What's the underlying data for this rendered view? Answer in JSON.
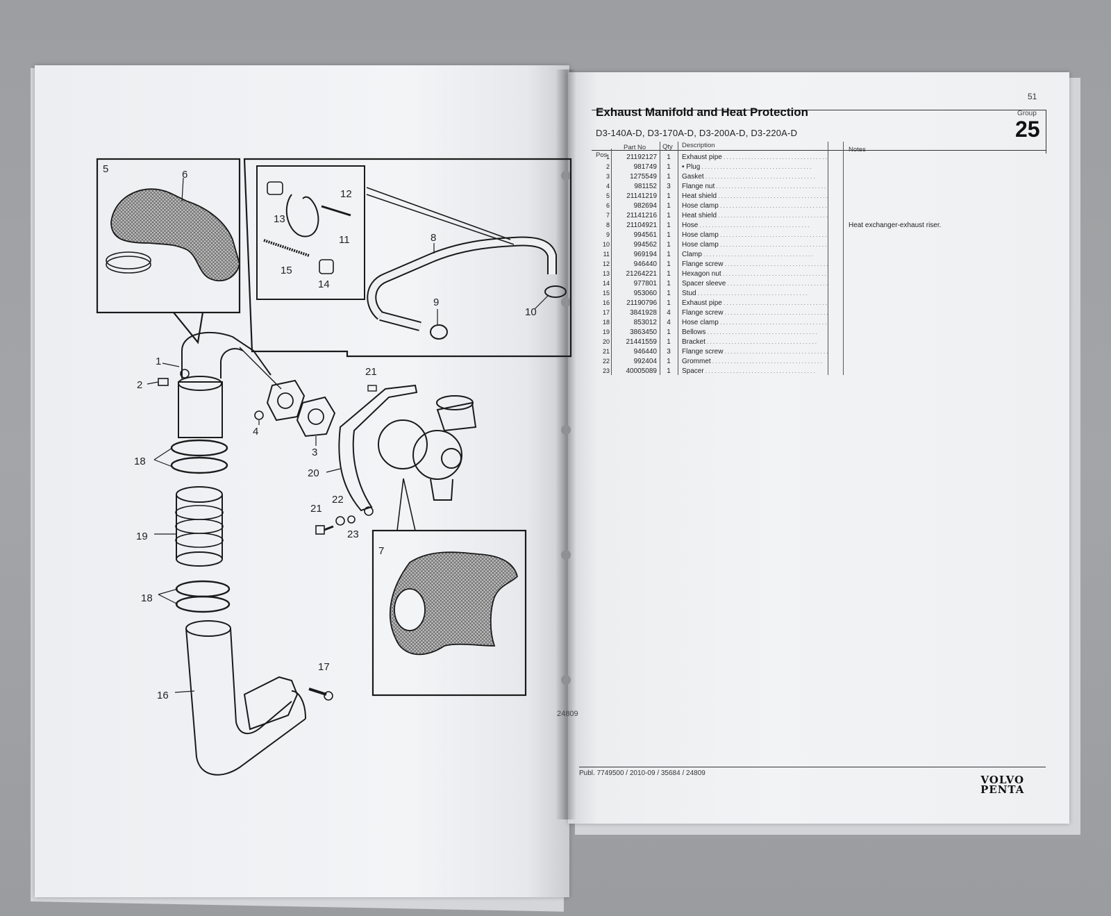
{
  "left_page": {
    "figure_id": "24809",
    "callouts": [
      "1",
      "2",
      "3",
      "4",
      "5",
      "6",
      "7",
      "8",
      "9",
      "10",
      "11",
      "12",
      "13",
      "14",
      "15",
      "16",
      "17",
      "18",
      "18",
      "19",
      "20",
      "21",
      "21",
      "22",
      "23"
    ]
  },
  "right_page": {
    "page_number": "51",
    "title": "Exhaust Manifold and Heat Protection",
    "models": "D3-140A-D, D3-170A-D, D3-200A-D, D3-220A-D",
    "group_label": "Group",
    "group_number": "25",
    "columns": {
      "pos": "Pos",
      "part_no": "Part No",
      "qty": "Qty",
      "description": "Description",
      "notes": "Notes"
    },
    "parts": [
      {
        "pos": "1",
        "part_no": "21192127",
        "qty": "1",
        "description": "Exhaust pipe",
        "notes": ""
      },
      {
        "pos": "2",
        "part_no": "981749",
        "qty": "1",
        "description": "• Plug",
        "notes": ""
      },
      {
        "pos": "3",
        "part_no": "1275549",
        "qty": "1",
        "description": "Gasket",
        "notes": ""
      },
      {
        "pos": "4",
        "part_no": "981152",
        "qty": "3",
        "description": "Flange nut",
        "notes": ""
      },
      {
        "pos": "5",
        "part_no": "21141219",
        "qty": "1",
        "description": "Heat shield",
        "notes": ""
      },
      {
        "pos": "6",
        "part_no": "982694",
        "qty": "1",
        "description": "Hose clamp",
        "notes": ""
      },
      {
        "pos": "7",
        "part_no": "21141216",
        "qty": "1",
        "description": "Heat shield",
        "notes": ""
      },
      {
        "pos": "8",
        "part_no": "21104921",
        "qty": "1",
        "description": "Hose",
        "notes": "Heat exchanger-exhaust riser."
      },
      {
        "pos": "9",
        "part_no": "994561",
        "qty": "1",
        "description": "Hose clamp",
        "notes": ""
      },
      {
        "pos": "10",
        "part_no": "994562",
        "qty": "1",
        "description": "Hose clamp",
        "notes": ""
      },
      {
        "pos": "11",
        "part_no": "969194",
        "qty": "1",
        "description": "Clamp",
        "notes": ""
      },
      {
        "pos": "12",
        "part_no": "946440",
        "qty": "1",
        "description": "Flange screw",
        "notes": ""
      },
      {
        "pos": "13",
        "part_no": "21264221",
        "qty": "1",
        "description": "Hexagon nut",
        "notes": ""
      },
      {
        "pos": "14",
        "part_no": "977801",
        "qty": "1",
        "description": "Spacer sleeve",
        "notes": ""
      },
      {
        "pos": "15",
        "part_no": "953060",
        "qty": "1",
        "description": "Stud",
        "notes": ""
      },
      {
        "pos": "16",
        "part_no": "21190796",
        "qty": "1",
        "description": "Exhaust pipe",
        "notes": ""
      },
      {
        "pos": "17",
        "part_no": "3841928",
        "qty": "4",
        "description": "Flange screw",
        "notes": ""
      },
      {
        "pos": "18",
        "part_no": "853012",
        "qty": "4",
        "description": "Hose clamp",
        "notes": ""
      },
      {
        "pos": "19",
        "part_no": "3863450",
        "qty": "1",
        "description": "Bellows",
        "notes": ""
      },
      {
        "pos": "20",
        "part_no": "21441559",
        "qty": "1",
        "description": "Bracket",
        "notes": ""
      },
      {
        "pos": "21",
        "part_no": "946440",
        "qty": "3",
        "description": "Flange screw",
        "notes": ""
      },
      {
        "pos": "22",
        "part_no": "992404",
        "qty": "1",
        "description": "Grommet",
        "notes": ""
      },
      {
        "pos": "23",
        "part_no": "40005089",
        "qty": "1",
        "description": "Spacer",
        "notes": ""
      }
    ],
    "publication": "Publ. 7749500 / 2010-09 / 35684 / 24809",
    "logo_line1": "VOLVO",
    "logo_line2": "PENTA"
  }
}
